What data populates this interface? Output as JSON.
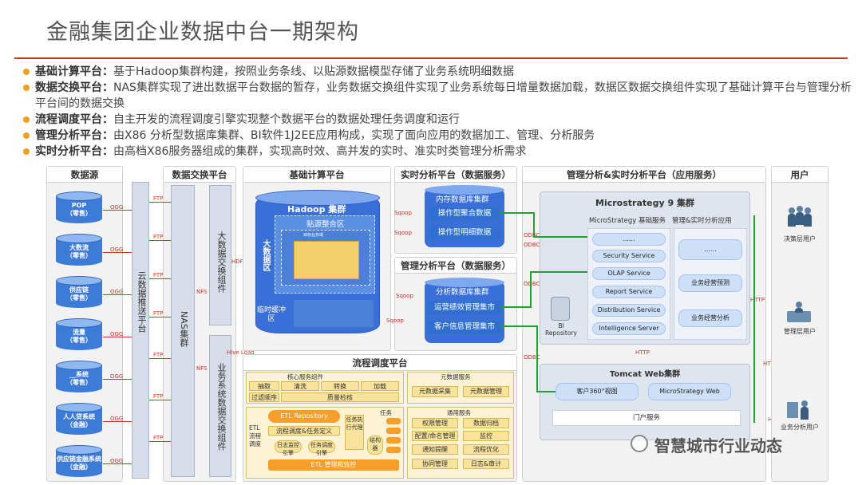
{
  "title": "金融集团企业数据中台一期架构",
  "bullets": [
    {
      "key": "基础计算平台：",
      "text": "基于Hadoop集群构建，按照业务条线、以贴源数据模型存储了业务系统明细数据"
    },
    {
      "key": "数据交换平台：",
      "text": "NAS集群实现了进出数据平台数据的暂存，业务数据交换组件实现了业务系统每日增量数据加载，数据区数据交换组件实现了基础计算平台与管理分析平台间的数据交换"
    },
    {
      "key": "流程调度平台：",
      "text": "自主开发的流程调度引擎实现整个数据平台的数据处理任务调度和运行"
    },
    {
      "key": "管理分析平台：",
      "text": "由X86 分析型数据库集群、BI软件1J2EE应用构成，实现了面向应用的数据加工、管理、分析服务"
    },
    {
      "key": "实时分析平台：",
      "text": "由高档X86服务器组成的集群，实现高时效、高并发的实时、准实时类管理分析需求"
    }
  ],
  "panels": {
    "sources": "数据源",
    "exchange": "数据交换平台",
    "compute": "基础计算平台",
    "realtime": "实时分析平台（数据服务）",
    "mgmt_service": "管理分析平台（数据服务）",
    "mgmt_app": "管理分析&实时分析平台（应用服务）",
    "users": "用户",
    "workflow": "流程调度平台"
  },
  "sources": [
    {
      "name": "POP",
      "sub": "（零售）"
    },
    {
      "name": "大数流",
      "sub": "（零售）"
    },
    {
      "name": "供应链",
      "sub": "（零售）"
    },
    {
      "name": "流量",
      "sub": "（零售）"
    },
    {
      "name": "__系统",
      "sub": "（零售）"
    },
    {
      "name": "人人贷系统",
      "sub": "（金融）"
    },
    {
      "name": "供应链金融系统",
      "sub": "（金融）"
    }
  ],
  "labels": {
    "ogg": "OGG",
    "ftp": "FTP",
    "nfs": "NFS",
    "hdfs": "HDFS",
    "sqoop": "Sqoop",
    "odbc": "ODBC",
    "http": "HTTP",
    "hive_load": "Hive Load",
    "cloud_push": "云数据推送平台",
    "nas": "NAS集群",
    "bigdata_ex": "大数据交换组件",
    "biz_ex": "业务系统数据交换组件"
  },
  "compute": {
    "hadoop": "Hadoop 集群",
    "bigdata_zone": "大数据区",
    "tieyuan": "贴源整合区",
    "temp_zone": "临时缓冲区",
    "inner": "目标业务域"
  },
  "realtime": {
    "cluster": "内存数据库集群",
    "ops_agg": "操作型聚合数据",
    "ops_detail": "操作型明细数据"
  },
  "mgmt": {
    "cluster": "分析数据库集群",
    "perf_mart": "运营绩效管理集市",
    "cust_mart": "客户信息管理集市"
  },
  "mstr": {
    "title": "Microstrategy 9 集群",
    "basic": "MicroStrategy 基础服务",
    "mgmt_rt": "管理&实时分析应用",
    "ellipsis": "......",
    "ellipsis2": "......",
    "security": "Security Service",
    "olap": "OLAP Service",
    "report": "Report Service",
    "distribution": "Distribution Service",
    "intelligence": "Intelligence Server",
    "forecast": "业务经营预测",
    "analysis": "业务经营分析",
    "bi_repo": "BI Repository"
  },
  "tomcat": {
    "title": "Tomcat Web集群",
    "cust360": "客户360°视图",
    "mstr_web": "MicroStrategy Web",
    "portal": "门户服务"
  },
  "users": {
    "decision": "决策层用户",
    "manager": "管理层用户",
    "analyst": "业务分析用户"
  },
  "workflow": {
    "core": "核心服务组件",
    "extract": "抽取",
    "clean": "清洗",
    "convert": "转换",
    "load": "加载",
    "filter": "过滤顺序",
    "quality": "质量检核",
    "meta": "元数据服务",
    "meta_collect": "元数据采集",
    "meta_manage": "元数据管理",
    "etl_repo": "ETL Repository",
    "etl_flow": "ETL流程调度",
    "flow_sched": "流程调度&任务定义",
    "log_engine": "日志监控引擎",
    "task_engine": "任务调度引擎",
    "task_exec": "任务执行代理",
    "control": "结构器",
    "tasks": "任务",
    "etl_monitor": "ETL 管理和监控",
    "common": "通用服务",
    "perm": "权限管理",
    "archive": "数据归档",
    "config": "配置/命名管理",
    "monitor": "监控",
    "notify": "通知提醒",
    "optimize": "流程优化",
    "collab": "协同管理",
    "log_audit": "日志&审计"
  },
  "watermark": "智慧城市行业动态"
}
